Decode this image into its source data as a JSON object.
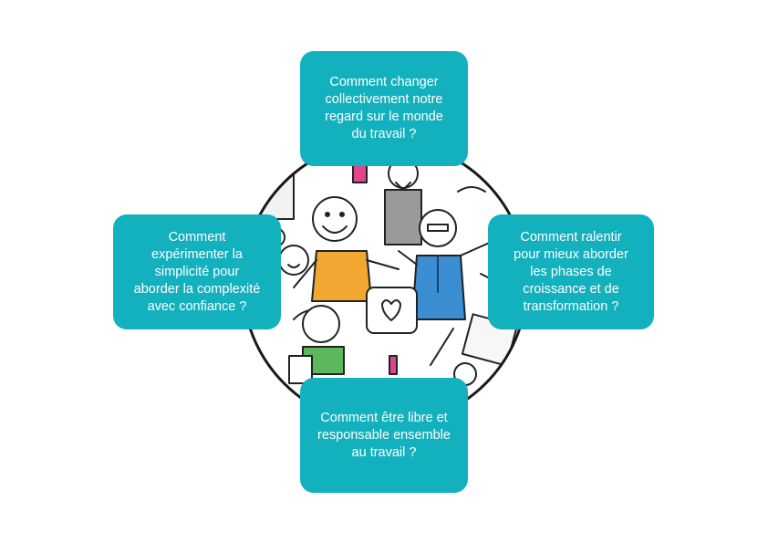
{
  "diagram": {
    "accent_color": "#13b0bd",
    "cards": {
      "top": "Comment changer\ncollectivement notre\nregard sur le monde\ndu travail ?",
      "left": "Comment\nexpérimenter la\nsimplicité pour\naborder la complexité\navec confiance ?",
      "right": "Comment ralentir\npour mieux aborder\nles phases de\ncroissance et de\ntransformation ?",
      "bottom": "Comment être libre et\nresponsable ensemble\nau travail ?"
    }
  }
}
